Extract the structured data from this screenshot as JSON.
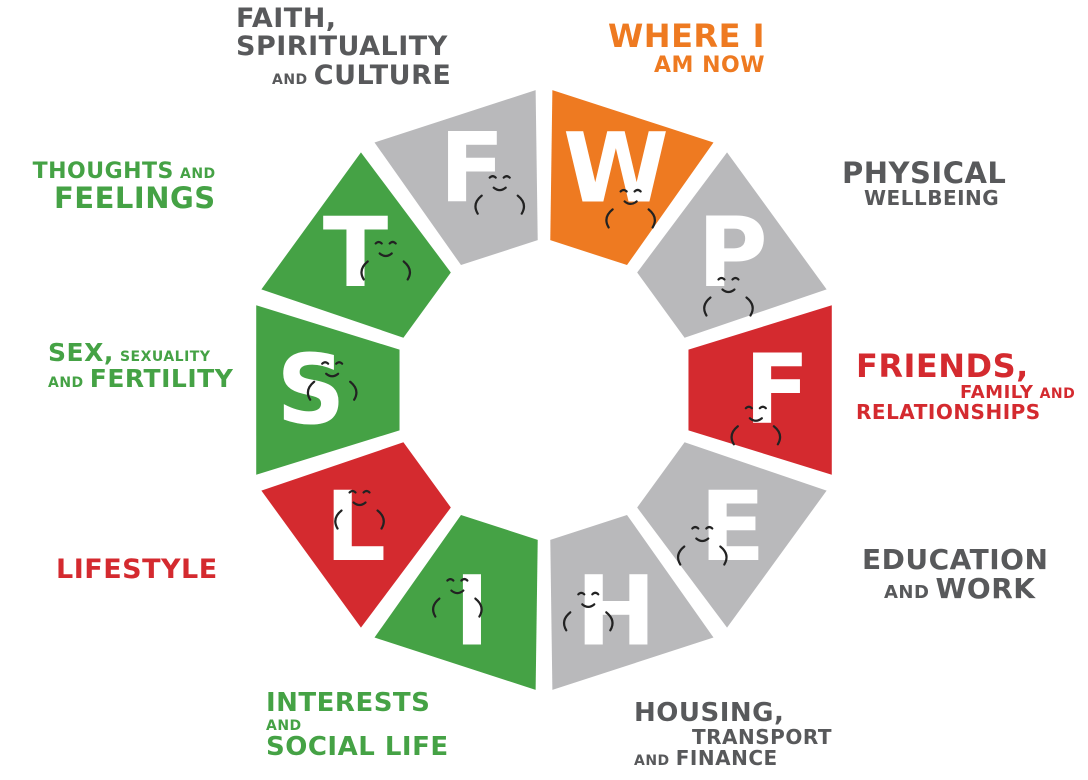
{
  "colors": {
    "grey": "#b9b9bb",
    "orange": "#ee7a21",
    "green": "#45a245",
    "red": "#d42a2f",
    "label_grey": "#58595b"
  },
  "segments": [
    {
      "letter": "W",
      "color": "orange",
      "icon": "reading-book-icon"
    },
    {
      "letter": "P",
      "color": "grey",
      "icon": "dumbbell-icon"
    },
    {
      "letter": "F",
      "color": "red",
      "icon": "hug-icon"
    },
    {
      "letter": "E",
      "color": "grey",
      "icon": "glasses-book-icon"
    },
    {
      "letter": "H",
      "color": "grey",
      "icon": "money-roll-icon"
    },
    {
      "letter": "I",
      "color": "green",
      "icon": "speech-bubble-icon"
    },
    {
      "letter": "L",
      "color": "red",
      "icon": "sun-icon"
    },
    {
      "letter": "S",
      "color": "green",
      "icon": "kiss-icon"
    },
    {
      "letter": "T",
      "color": "green",
      "icon": "thought-cloud-icon"
    },
    {
      "letter": "F",
      "color": "grey",
      "icon": "praying-hands-icon"
    }
  ],
  "labels": {
    "where_now": {
      "line1": "WHERE I",
      "line2": "AM NOW"
    },
    "physical": {
      "line1": "PHYSICAL",
      "line2": "WELLBEING"
    },
    "friends": {
      "line1": "FRIENDS,",
      "line2a": "FAMILY",
      "line2b": "AND",
      "line3": "RELATIONSHIPS"
    },
    "education": {
      "line1": "EDUCATION",
      "line2a": "AND",
      "line2b": "WORK"
    },
    "housing": {
      "line1": "HOUSING,",
      "line2": "TRANSPORT",
      "line3a": "AND",
      "line3b": "FINANCE"
    },
    "interests": {
      "line1": "INTERESTS",
      "line2": "AND",
      "line3": "SOCIAL LIFE"
    },
    "lifestyle": {
      "line1": "LIFESTYLE"
    },
    "sex": {
      "line1a": "SEX,",
      "line1b": "SEXUALITY",
      "line2a": "AND",
      "line2b": "FERTILITY"
    },
    "thoughts": {
      "line1a": "THOUGHTS",
      "line1b": "AND",
      "line2": "FEELINGS"
    },
    "faith": {
      "line1": "FAITH,",
      "line2": "SPIRITUALITY",
      "line3a": "AND",
      "line3b": "CULTURE"
    }
  }
}
